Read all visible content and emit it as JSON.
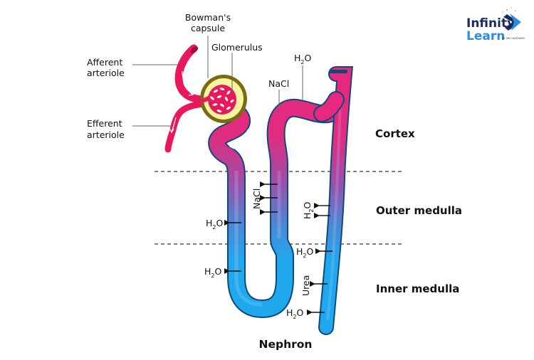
{
  "logo": {
    "line1": "Infinity",
    "line2": "Learn",
    "tagline": "BY SRI CHAITANYA",
    "colors": {
      "dark": "#1b2a5e",
      "light": "#2a8de0"
    }
  },
  "title": "Nephron",
  "zones": {
    "cortex": "Cortex",
    "outer_medulla": "Outer medulla",
    "inner_medulla": "Inner medulla"
  },
  "structures": {
    "bowman_line1": "Bowman's",
    "bowman_line2": "capsule",
    "glomerulus": "Glomerulus",
    "afferent_line1": "Afferent",
    "afferent_line2": "arteriole",
    "efferent_line1": "Efferent",
    "efferent_line2": "arteriole"
  },
  "annotations": {
    "top_nacl": "NaCl",
    "top_h2o": {
      "base": "H",
      "sub": "2",
      "tail": "O"
    },
    "ascending_nacl": "NaCl",
    "collecting_h2o_outer": {
      "base": "H",
      "sub": "2",
      "tail": "O"
    },
    "descending_h2o_outer": {
      "base": "H",
      "sub": "2",
      "tail": "O"
    },
    "collecting_h2o_boundary": {
      "base": "H",
      "sub": "2",
      "tail": "O"
    },
    "descending_h2o_inner": {
      "base": "H",
      "sub": "2",
      "tail": "O"
    },
    "collecting_urea": "Urea",
    "collecting_h2o_inner": {
      "base": "H",
      "sub": "2",
      "tail": "O"
    }
  },
  "colors": {
    "vessel": "#e8185a",
    "tubule_top": "#e8287e",
    "tubule_mid": "#8a5ab0",
    "tubule_bottom": "#1fa8ee",
    "outline": "#0d4a7a",
    "capsule_fill": "#f7f3a0",
    "capsule_rim": "#7a6a10",
    "dash": "#555555"
  }
}
